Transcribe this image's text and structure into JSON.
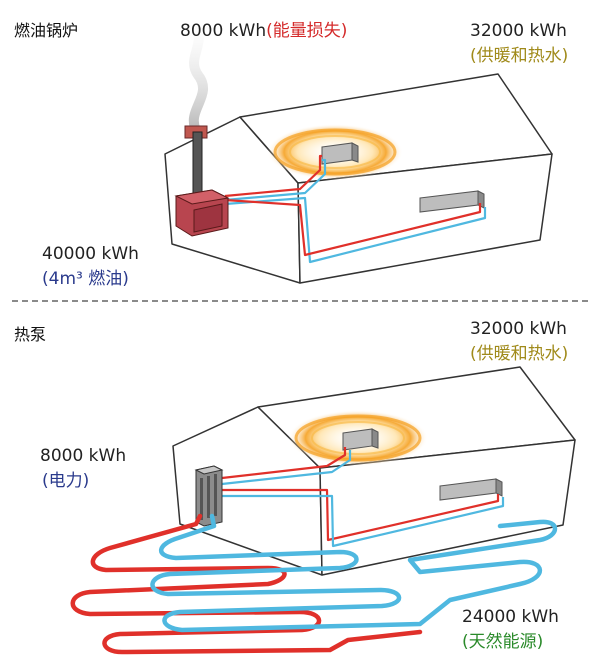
{
  "top": {
    "title": "燃油锅炉",
    "loss_value": "8000 kWh",
    "loss_label": "(能量损失)",
    "output_value": "32000 kWh",
    "output_label": "(供暖和热水)",
    "input_value": "40000 kWh",
    "input_label": "(4m³ 燃油)"
  },
  "bottom": {
    "title": "热泵",
    "output_value": "32000 kWh",
    "output_label": "(供暖和热水)",
    "power_value": "8000 kWh",
    "power_label": "(电力)",
    "nature_value": "24000 kWh",
    "nature_label": "(天然能源)"
  },
  "colors": {
    "hot_pipe": "#e0302a",
    "cold_pipe": "#4fb8e0",
    "glow": "#f5a020",
    "boiler": "#b8454f"
  }
}
